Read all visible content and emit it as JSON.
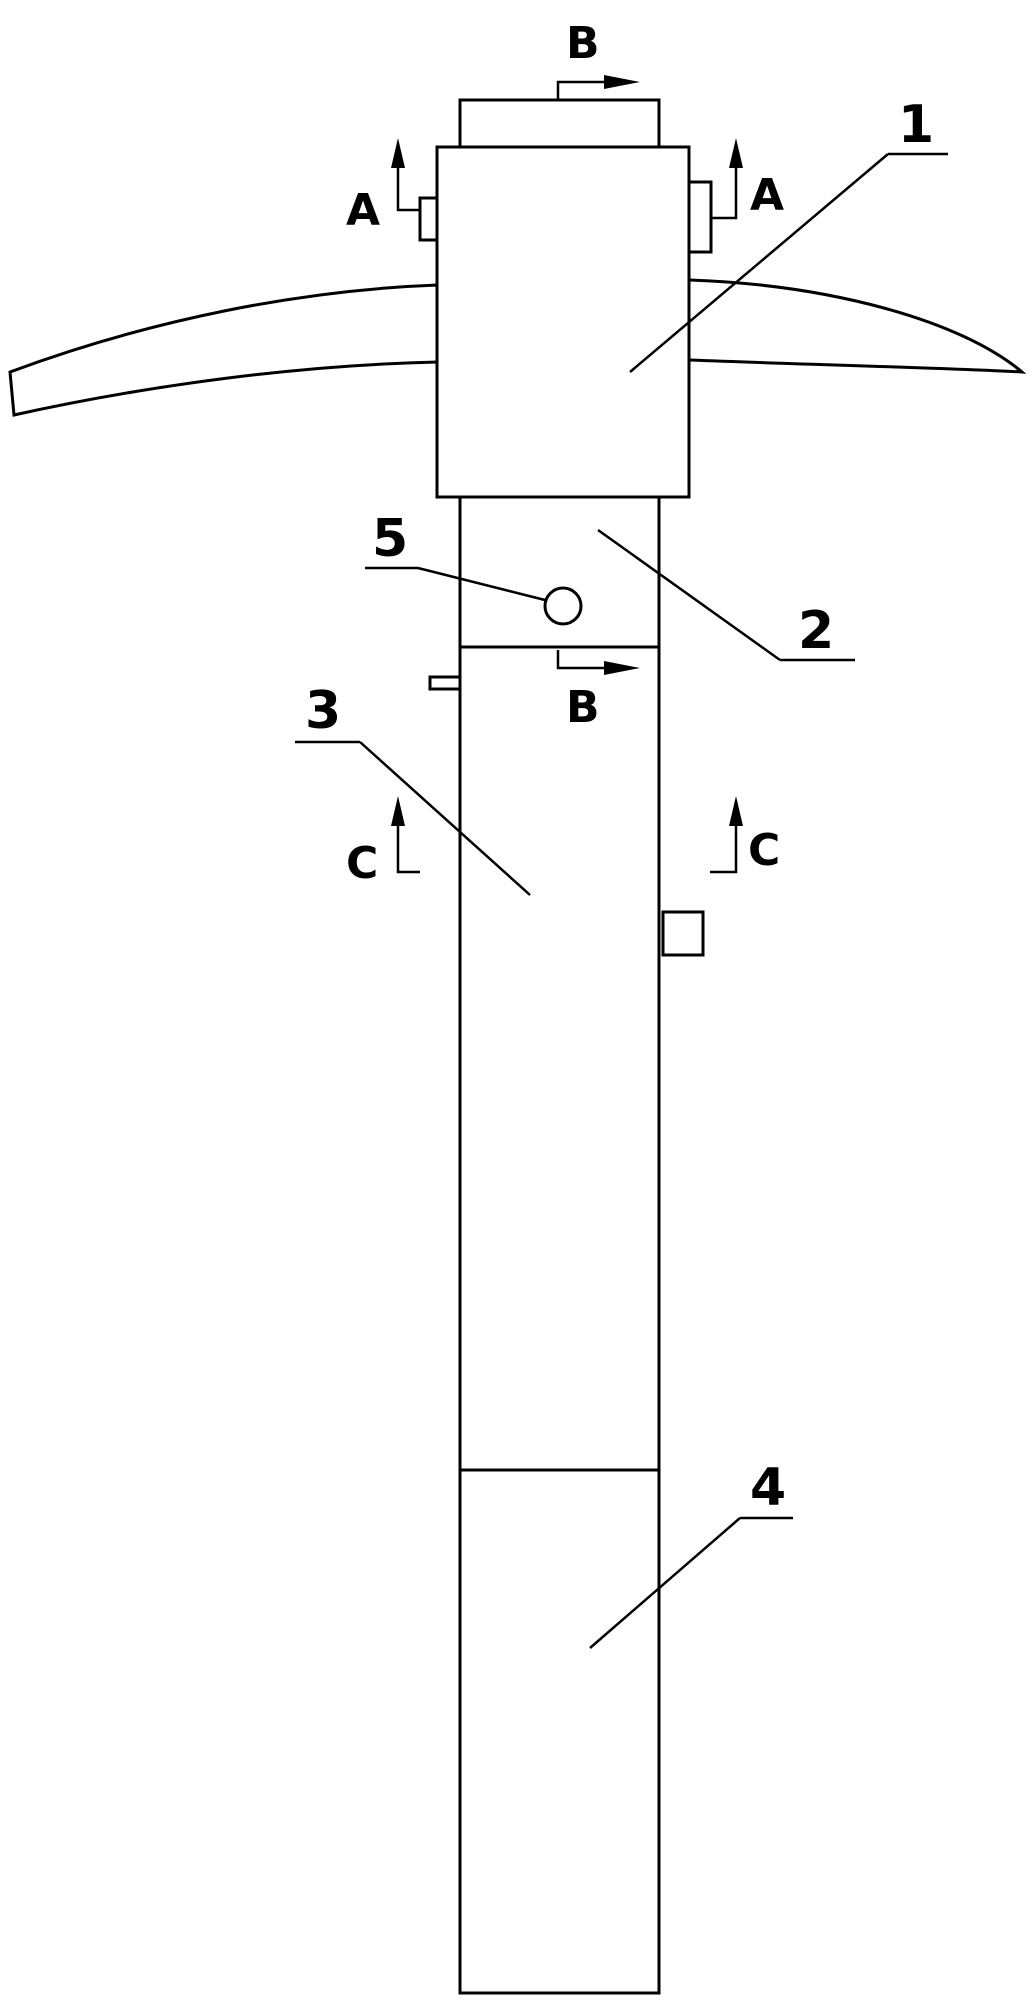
{
  "labels": {
    "part_1": "1",
    "part_2": "2",
    "part_3": "3",
    "part_4": "4",
    "part_5": "5"
  },
  "section_marks": {
    "a_left": "A",
    "a_right": "A",
    "b_top": "B",
    "b_bottom": "B",
    "c_left": "C",
    "c_right": "C"
  },
  "colors": {
    "line": "#000000",
    "background": "#ffffff"
  }
}
